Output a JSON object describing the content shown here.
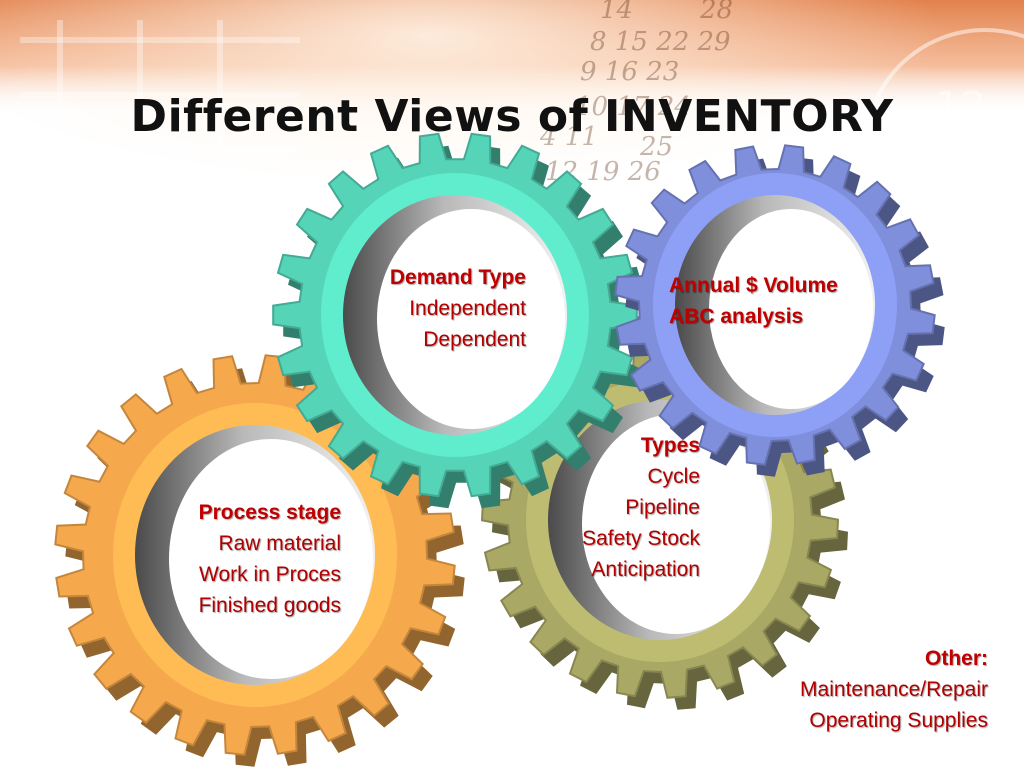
{
  "slide": {
    "title": "Different Views of INVENTORY"
  },
  "colors": {
    "teal_gear": "#55d4b8",
    "blue_gear": "#7f8fdc",
    "olive_gear": "#aaa865",
    "orange_gear": "#f5a84c",
    "label_red": "#c00000",
    "background_warm": "#e8824a"
  },
  "icons": [
    "gear-icon-teal",
    "gear-icon-blue",
    "gear-icon-olive",
    "gear-icon-orange"
  ],
  "labels": {
    "demand": {
      "heading": "Demand Type",
      "items": [
        "Independent",
        "Dependent"
      ]
    },
    "annual": {
      "heading": "Annual $ Volume",
      "items": [
        "ABC analysis"
      ]
    },
    "types": {
      "heading": "Types",
      "items": [
        "Cycle",
        "Pipeline",
        "Safety Stock",
        "Anticipation"
      ]
    },
    "process": {
      "heading": "Process stage",
      "items": [
        "Raw material",
        "Work in Proces",
        "Finished goods"
      ]
    },
    "other": {
      "heading": "Other:",
      "items": [
        "Maintenance/Repair",
        "Operating Supplies"
      ]
    }
  }
}
